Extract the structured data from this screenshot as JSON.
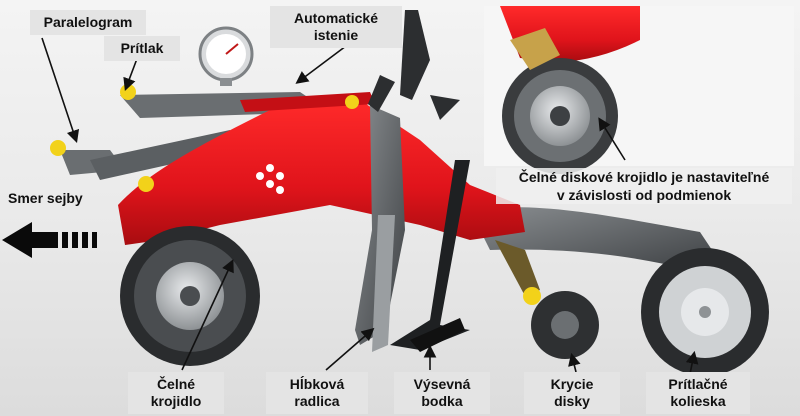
{
  "labels": {
    "paralelogram": "Paralelogram",
    "pritlak": "Prítlak",
    "automaticke_1": "Automatické",
    "automaticke_2": "istenie",
    "smer": "Smer sejby",
    "celne_1": "Čelné",
    "celne_2": "krojidlo",
    "hlbkova_1": "Hĺbková",
    "hlbkova_2": "radlica",
    "vysevna_1": "Výsevná",
    "vysevna_2": "bodka",
    "krycie_1": "Krycie",
    "krycie_2": "disky",
    "pritlacne_1": "Prítlačné",
    "pritlacne_2": "kolieska"
  },
  "inset_note": {
    "line1": "Čelné diskové krojidlo je nastaviteľné",
    "line2": "v závislosti od podmienok"
  },
  "colors": {
    "frame_red": "#e0141b",
    "metal_gray": "#5b5f62",
    "tire_dark": "#2a2c2e",
    "hub_gray": "#b9bcbf",
    "yellow_pin": "#f2d21a"
  }
}
